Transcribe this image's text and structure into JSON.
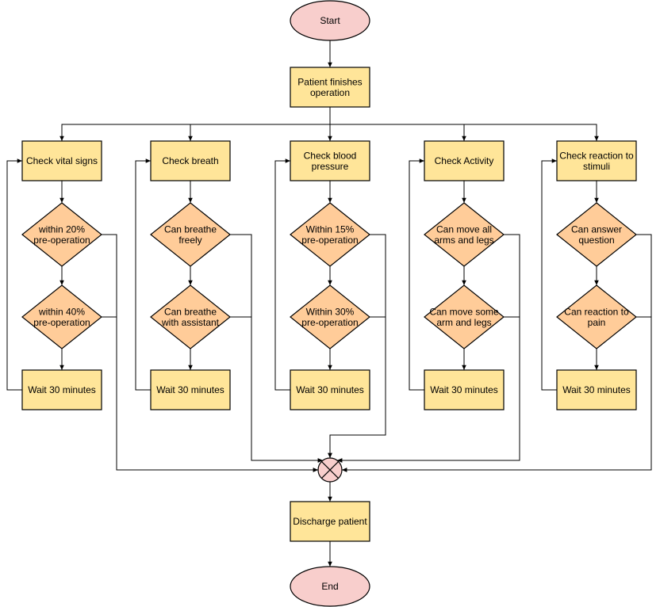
{
  "colors": {
    "terminal_fill": "#f8cecc",
    "process_fill": "#ffe599",
    "decision_fill": "#ffcc99",
    "stroke": "#000000"
  },
  "nodes": [
    {
      "id": "start",
      "shape": "terminal",
      "lines": [
        "Start"
      ]
    },
    {
      "id": "op",
      "shape": "process",
      "lines": [
        "Patient finishes",
        "operation"
      ]
    },
    {
      "id": "c1",
      "shape": "process",
      "lines": [
        "Check vital signs"
      ]
    },
    {
      "id": "c2",
      "shape": "process",
      "lines": [
        "Check breath"
      ]
    },
    {
      "id": "c3",
      "shape": "process",
      "lines": [
        "Check blood",
        "pressure"
      ]
    },
    {
      "id": "c4",
      "shape": "process",
      "lines": [
        "Check Activity"
      ]
    },
    {
      "id": "c5",
      "shape": "process",
      "lines": [
        "Check reaction to",
        "stimuli"
      ]
    },
    {
      "id": "d1a",
      "shape": "decision",
      "lines": [
        "within 20%",
        "pre-operation"
      ]
    },
    {
      "id": "d2a",
      "shape": "decision",
      "lines": [
        "Can breathe",
        "freely"
      ]
    },
    {
      "id": "d3a",
      "shape": "decision",
      "lines": [
        "Within 15%",
        "pre-operation"
      ]
    },
    {
      "id": "d4a",
      "shape": "decision",
      "lines": [
        "Can move all",
        "arms and legs"
      ]
    },
    {
      "id": "d5a",
      "shape": "decision",
      "lines": [
        "Can answer",
        "question"
      ]
    },
    {
      "id": "d1b",
      "shape": "decision",
      "lines": [
        "within 40%",
        "pre-operation"
      ]
    },
    {
      "id": "d2b",
      "shape": "decision",
      "lines": [
        "Can breathe",
        "with assistant"
      ]
    },
    {
      "id": "d3b",
      "shape": "decision",
      "lines": [
        "Within 30%",
        "pre-operation"
      ]
    },
    {
      "id": "d4b",
      "shape": "decision",
      "lines": [
        "Can move some",
        "arm and legs"
      ]
    },
    {
      "id": "d5b",
      "shape": "decision",
      "lines": [
        "Can reaction to",
        "pain"
      ]
    },
    {
      "id": "w1",
      "shape": "process",
      "lines": [
        "Wait 30 minutes"
      ]
    },
    {
      "id": "w2",
      "shape": "process",
      "lines": [
        "Wait 30 minutes"
      ]
    },
    {
      "id": "w3",
      "shape": "process",
      "lines": [
        "Wait 30 minutes"
      ]
    },
    {
      "id": "w4",
      "shape": "process",
      "lines": [
        "Wait 30 minutes"
      ]
    },
    {
      "id": "w5",
      "shape": "process",
      "lines": [
        "Wait 30 minutes"
      ]
    },
    {
      "id": "merge",
      "shape": "merge",
      "lines": []
    },
    {
      "id": "discharge",
      "shape": "process",
      "lines": [
        "Discharge patient"
      ]
    },
    {
      "id": "end",
      "shape": "terminal",
      "lines": [
        "End"
      ]
    }
  ],
  "edges": [
    {
      "from": "start",
      "to": "op"
    },
    {
      "from": "op",
      "to": "c1"
    },
    {
      "from": "op",
      "to": "c2"
    },
    {
      "from": "op",
      "to": "c3"
    },
    {
      "from": "op",
      "to": "c4"
    },
    {
      "from": "op",
      "to": "c5"
    },
    {
      "from": "c1",
      "to": "d1a"
    },
    {
      "from": "d1a",
      "to": "d1b"
    },
    {
      "from": "d1b",
      "to": "w1"
    },
    {
      "from": "w1",
      "to": "c1"
    },
    {
      "from": "c2",
      "to": "d2a"
    },
    {
      "from": "d2a",
      "to": "d2b"
    },
    {
      "from": "d2b",
      "to": "w2"
    },
    {
      "from": "w2",
      "to": "c2"
    },
    {
      "from": "c3",
      "to": "d3a"
    },
    {
      "from": "d3a",
      "to": "d3b"
    },
    {
      "from": "d3b",
      "to": "w3"
    },
    {
      "from": "w3",
      "to": "c3"
    },
    {
      "from": "c4",
      "to": "d4a"
    },
    {
      "from": "d4a",
      "to": "d4b"
    },
    {
      "from": "d4b",
      "to": "w4"
    },
    {
      "from": "w4",
      "to": "c4"
    },
    {
      "from": "c5",
      "to": "d5a"
    },
    {
      "from": "d5a",
      "to": "d5b"
    },
    {
      "from": "d5b",
      "to": "w5"
    },
    {
      "from": "w5",
      "to": "c5"
    },
    {
      "from": "d1a",
      "to": "merge"
    },
    {
      "from": "d1b",
      "to": "merge"
    },
    {
      "from": "d2a",
      "to": "merge"
    },
    {
      "from": "d2b",
      "to": "merge"
    },
    {
      "from": "d3a",
      "to": "merge"
    },
    {
      "from": "d3b",
      "to": "merge"
    },
    {
      "from": "d4a",
      "to": "merge"
    },
    {
      "from": "d4b",
      "to": "merge"
    },
    {
      "from": "d5a",
      "to": "merge"
    },
    {
      "from": "d5b",
      "to": "merge"
    },
    {
      "from": "merge",
      "to": "discharge"
    },
    {
      "from": "discharge",
      "to": "end"
    }
  ]
}
